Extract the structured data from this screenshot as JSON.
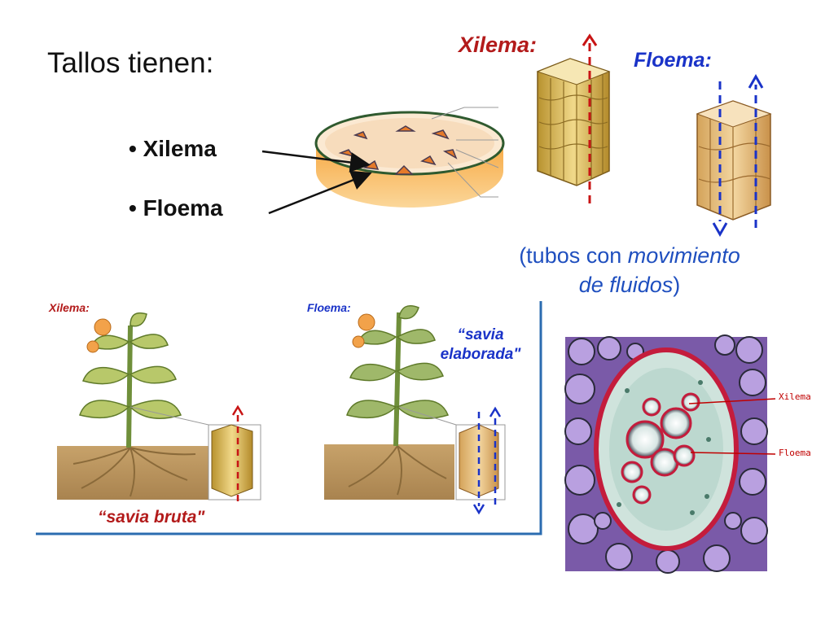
{
  "slide": {
    "title": "Tallos tienen:",
    "bullets": [
      "• Xilema",
      "• Floema"
    ]
  },
  "top_labels": {
    "xilema": "Xilema:",
    "floema": "Floema:"
  },
  "tubos": {
    "line1_a": "(tubos con ",
    "line1_b": "movimiento",
    "line2_a": "de fluidos",
    "line2_b": ")"
  },
  "plants": {
    "xilema_label": "Xilema:",
    "floema_label": "Floema:",
    "savia_elaborada_1": "“savia",
    "savia_elaborada_2": "elaborada\"",
    "savia_bruta": "“savia bruta\""
  },
  "micrograph": {
    "xilema": "Xilema",
    "floema": "Floema"
  },
  "colors": {
    "red": "#b31b1b",
    "blue": "#1a33c8",
    "frame": "#2b6cb0"
  }
}
